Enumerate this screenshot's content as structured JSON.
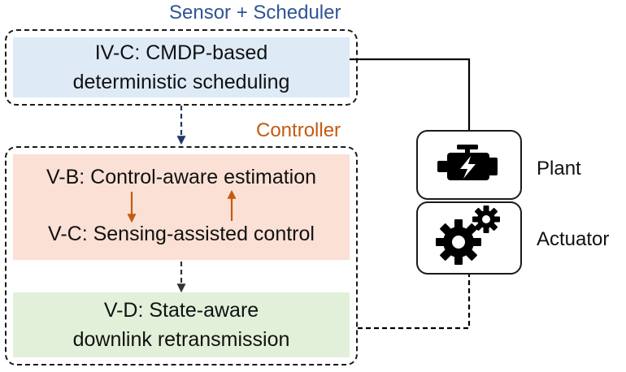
{
  "scheduler_group": {
    "title": "Sensor + Scheduler",
    "box_line1": "IV-C: CMDP-based",
    "box_line2": "deterministic scheduling"
  },
  "controller_group": {
    "title": "Controller",
    "estimation": "V-B: Control-aware estimation",
    "control": "V-C: Sensing-assisted control",
    "retx_line1": "V-D: State-aware",
    "retx_line2": "downlink retransmission"
  },
  "plant": {
    "label": "Plant",
    "icon": "engine-icon"
  },
  "actuator": {
    "label": "Actuator",
    "icon": "gears-icon"
  },
  "colors": {
    "scheduler_title": "#2f5496",
    "controller_title": "#c55a11",
    "scheduler_fill": "#deebf7",
    "controller_fill": "#fbe0d5",
    "retx_fill": "#e2f0d9",
    "arrow_orange": "#c55a11",
    "arrow_blue": "#203864",
    "arrow_dark": "#333333"
  }
}
